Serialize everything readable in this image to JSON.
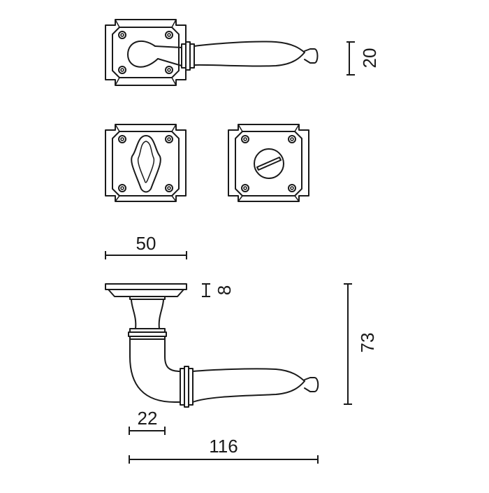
{
  "dimensions": {
    "rosette_width": "50",
    "lever_height": "20",
    "rosette_thickness": "8",
    "total_height": "73",
    "lever_length": "116",
    "neck_offset": "22"
  },
  "colors": {
    "line": "#1a1a1a",
    "background": "#ffffff"
  }
}
